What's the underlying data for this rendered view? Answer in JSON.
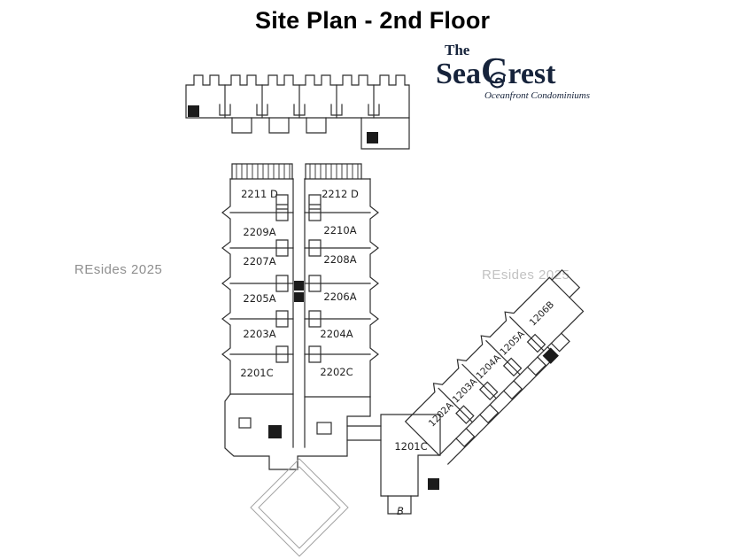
{
  "page": {
    "title": "Site Plan - 2nd Floor"
  },
  "logo": {
    "the": "The",
    "sea": "Sea",
    "c": "C",
    "rest": "rest",
    "subtitle": "Oceanfront Condominiums",
    "color": "#16233b"
  },
  "watermarks": {
    "left": "REsides 2025",
    "right": "REsides 2025"
  },
  "plan": {
    "ink_color": "#2e2e2e",
    "units": {
      "left_column": [
        "2211 D",
        "2209A",
        "2207A",
        "2205A",
        "2203A",
        "2201C"
      ],
      "right_column": [
        "2212 D",
        "2210A",
        "2208A",
        "2206A",
        "2204A",
        "2202C"
      ],
      "diagonal": [
        "1201C",
        "1202A",
        "1203A",
        "1204A",
        "1205A",
        "1206B"
      ]
    },
    "annotation_b": "B"
  }
}
